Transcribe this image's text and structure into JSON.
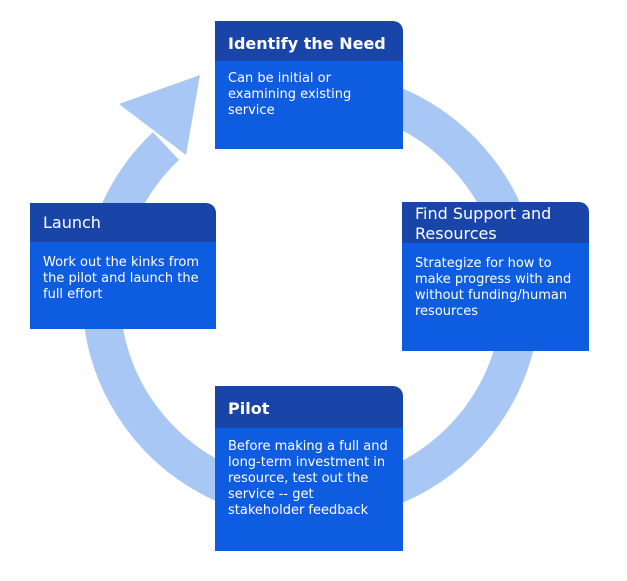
{
  "colors": {
    "ring": "#a9c7f4",
    "header_dark": "#1a45a8",
    "header_bright": "#0f5de0",
    "body": "#0e5ce0",
    "text": "#ffffff"
  },
  "steps": {
    "identify": {
      "title": "Identify the Need",
      "description": "Can be initial or examining existing service"
    },
    "support": {
      "title": "Find Support and Resources",
      "description": "Strategize for how to make progress with and without funding/human resources"
    },
    "pilot": {
      "title": "Pilot",
      "description": "Before making a full and long-term investment in resource, test out the service -- get stakeholder feedback"
    },
    "launch": {
      "title": "Launch",
      "description": "Work out the kinks from the pilot and launch the full effort"
    }
  }
}
